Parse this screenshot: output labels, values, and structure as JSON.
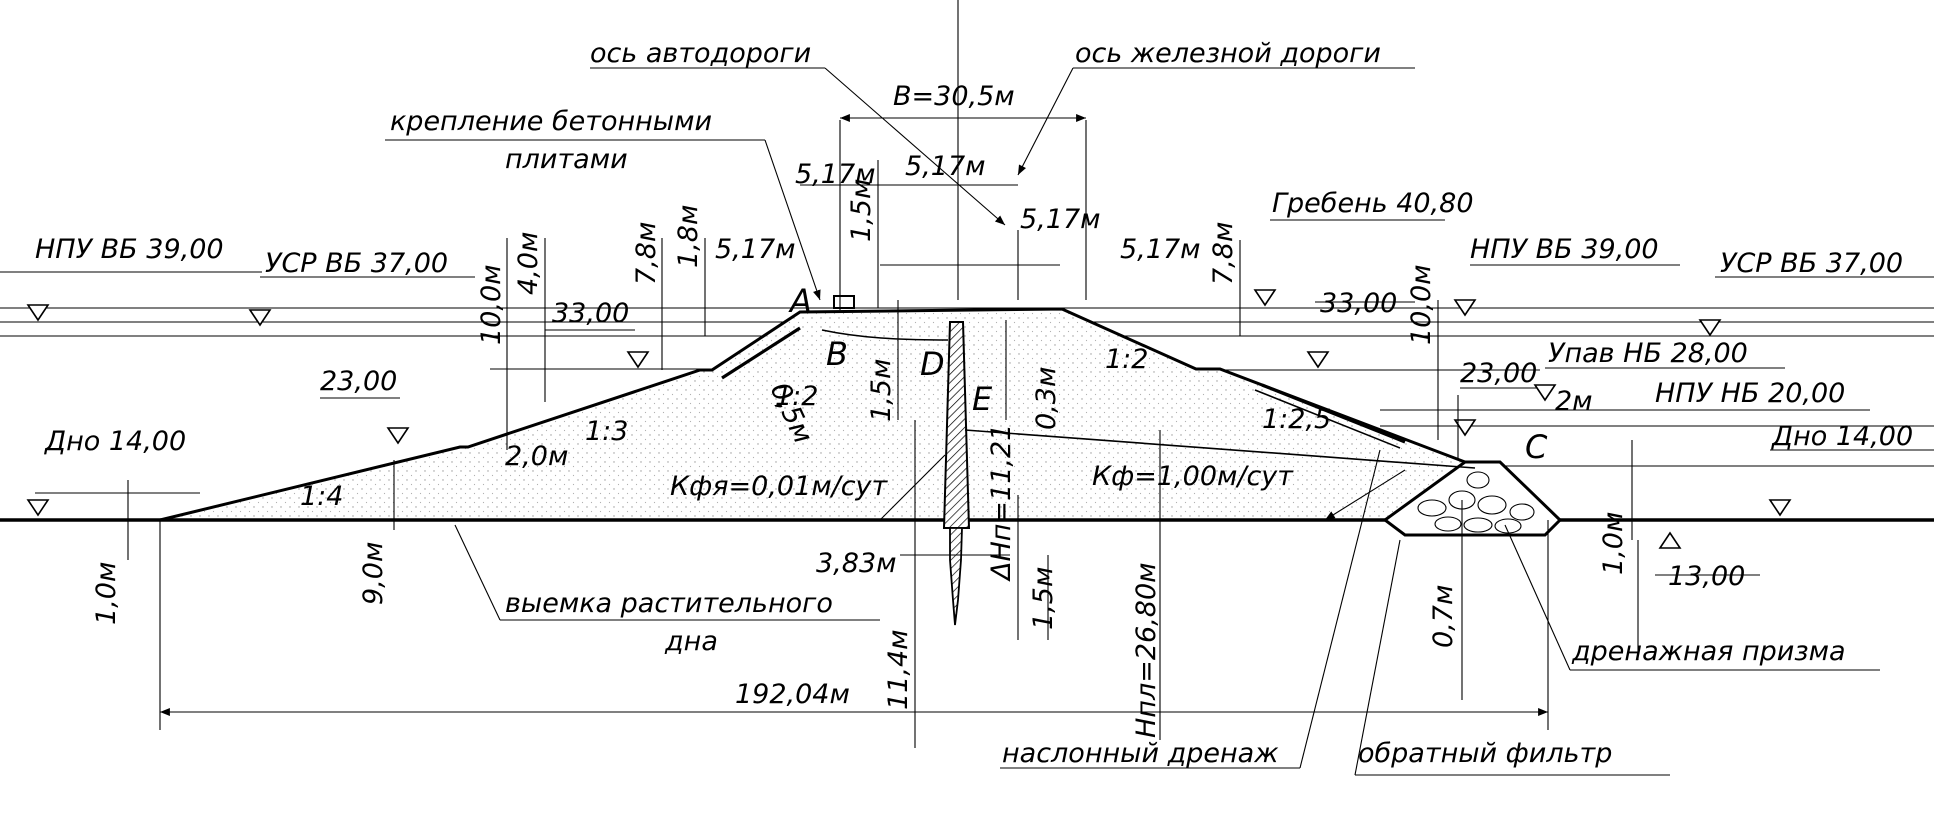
{
  "labels": {
    "road_axis": "ось автодороги",
    "rail_axis": "ось железной дороги",
    "crest_width": "B=30,5м",
    "concrete_lining_1": "крепление бетонными",
    "concrete_lining_2": "плитами",
    "dim_5_17_a": "5,17м",
    "dim_5_17_b": "5,17м",
    "dim_5_17_c": "5,17м",
    "dim_5_17_d": "5,17м",
    "dim_5_17_e": "5,17м",
    "dim_1_5_top": "1,5м",
    "npu_vb_left": "НПУ ВБ 39,00",
    "usr_vb_left": "УСР ВБ 37,00",
    "dim_10_0_left": "10,0м",
    "dim_4_0": "4,0м",
    "dim_7_8_left": "7,8м",
    "dim_1_8": "1,8м",
    "el_33_left": "33,00",
    "point_A": "A",
    "point_B": "B",
    "point_D": "D",
    "point_E": "E",
    "point_C": "C",
    "slope_1_2_left": "1:2",
    "slope_1_3": "1:3",
    "slope_1_4": "1:4",
    "el_23_left": "23,00",
    "dno_left": "Дно 14,00",
    "dim_2_0": "2,0м",
    "dim_0_5": "0,5м",
    "dim_1_5_core": "1,5м",
    "dim_0_3": "0,3м",
    "kfya": "Кфя=0,01м/сут",
    "kf": "Кф=1,00м/сут",
    "dh": "ΔНп=11,21",
    "dim_1_0_left": "1,0м",
    "dim_9_0": "9,0м",
    "dim_3_83": "3,83м",
    "dim_1_5_bottom": "1,5м",
    "dim_11_4": "11,4м",
    "hpl": "Нпл=26,80м",
    "veg_removal_1": "выемка растительного",
    "veg_removal_2": "дна",
    "total_length": "192,04м",
    "crest": "Гребень 40,80",
    "dim_7_8_right": "7,8м",
    "el_33_right": "33,00",
    "dim_10_0_right": "10,0м",
    "npu_vb_right": "НПУ ВБ 39,00",
    "usr_vb_right": "УСР ВБ 37,00",
    "upav_nb": "Упав НБ 28,00",
    "slope_1_2_right": "1:2",
    "slope_1_2_5": "1:2,5",
    "el_23_right": "23,00",
    "dim_2m": "2м",
    "npu_nb": "НПУ НБ 20,00",
    "dno_right": "Дно 14,00",
    "dim_1_0_right": "1,0м",
    "el_13": "13,00",
    "dim_0_7": "0,7м",
    "drain_prism": "дренажная призма",
    "surface_drain": "наслонный дренаж",
    "reverse_filter": "обратный фильтр"
  }
}
